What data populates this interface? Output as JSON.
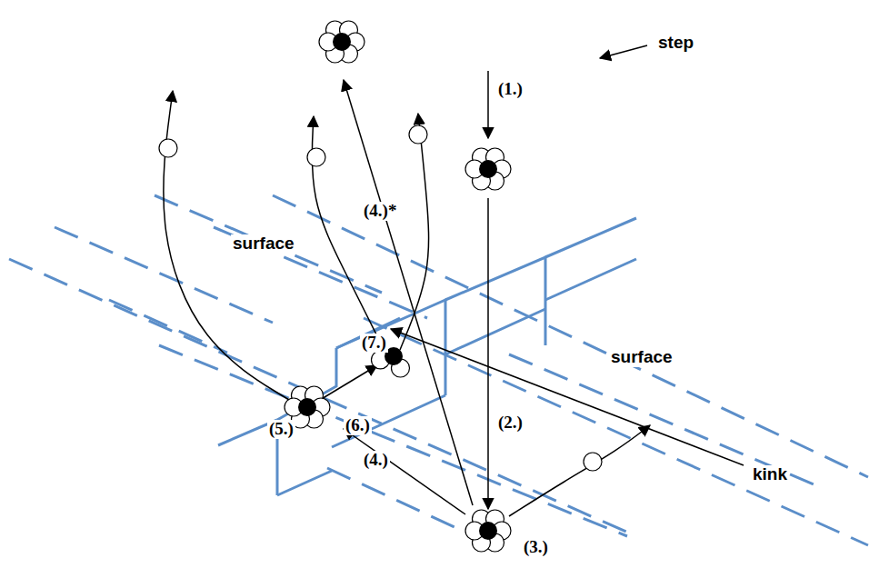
{
  "diagram": {
    "labels": [
      "(1.)",
      "(2.)",
      "(3.)",
      "(4.)*",
      "(4.)",
      "(5.)",
      "(6.)",
      "(7.)",
      "surface",
      "surface",
      "step",
      "kink"
    ]
  }
}
